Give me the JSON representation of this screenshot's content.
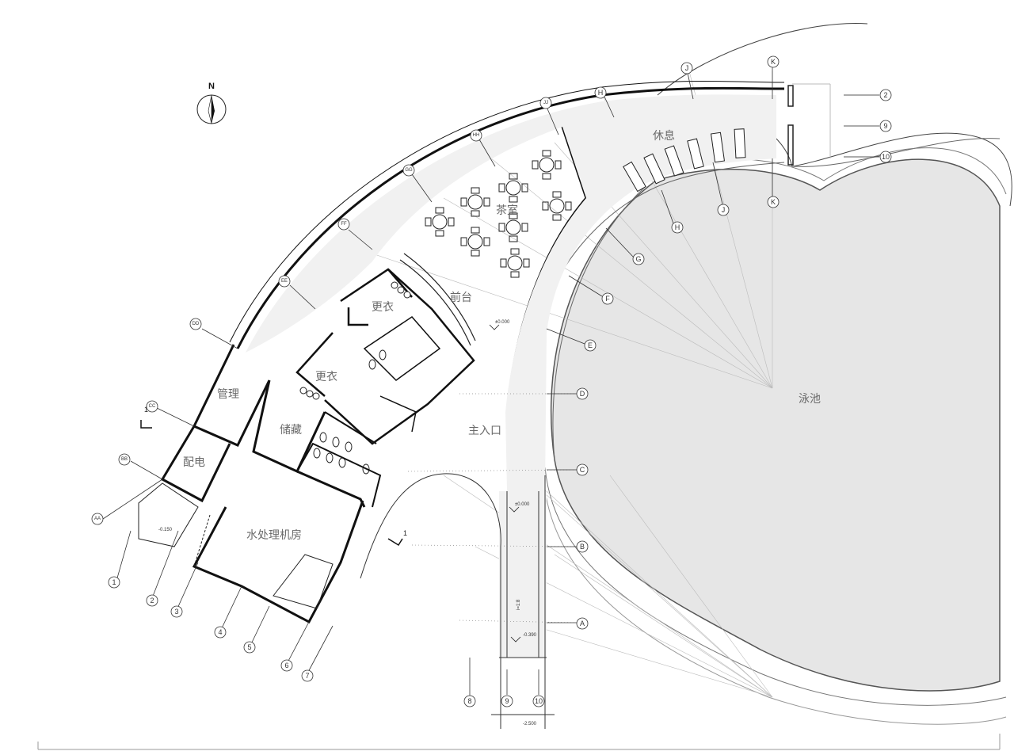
{
  "north_label": "N",
  "rooms": {
    "tea_room": "茶室",
    "rest": "休息",
    "front_desk": "前台",
    "changing_upper": "更衣",
    "changing_lower": "更衣",
    "management": "管理",
    "storage": "储藏",
    "power": "配电",
    "main_entrance": "主入口",
    "water_treatment": "水处理机房",
    "pool": "泳池"
  },
  "elevations": {
    "lobby": "±0.000",
    "walkway": "±0.000",
    "low_area": "-0.150",
    "path_a": "-0.390",
    "path_b": "-2.500",
    "ramp": "i=1:8"
  },
  "section_marks": [
    "1",
    "1"
  ],
  "axes": {
    "radial_numbers": [
      "1",
      "2",
      "3",
      "4",
      "5",
      "6",
      "7",
      "8",
      "9",
      "10"
    ],
    "right_numbers": [
      "2",
      "9",
      "10"
    ],
    "letters_right": [
      "A",
      "B",
      "C",
      "D",
      "E",
      "F",
      "G",
      "H",
      "J",
      "K"
    ],
    "letters_top": [
      "H",
      "J",
      "K"
    ],
    "double_letters": [
      "AA",
      "BB",
      "CC",
      "DD",
      "EE",
      "FF",
      "GG",
      "HH",
      "JJ"
    ]
  }
}
